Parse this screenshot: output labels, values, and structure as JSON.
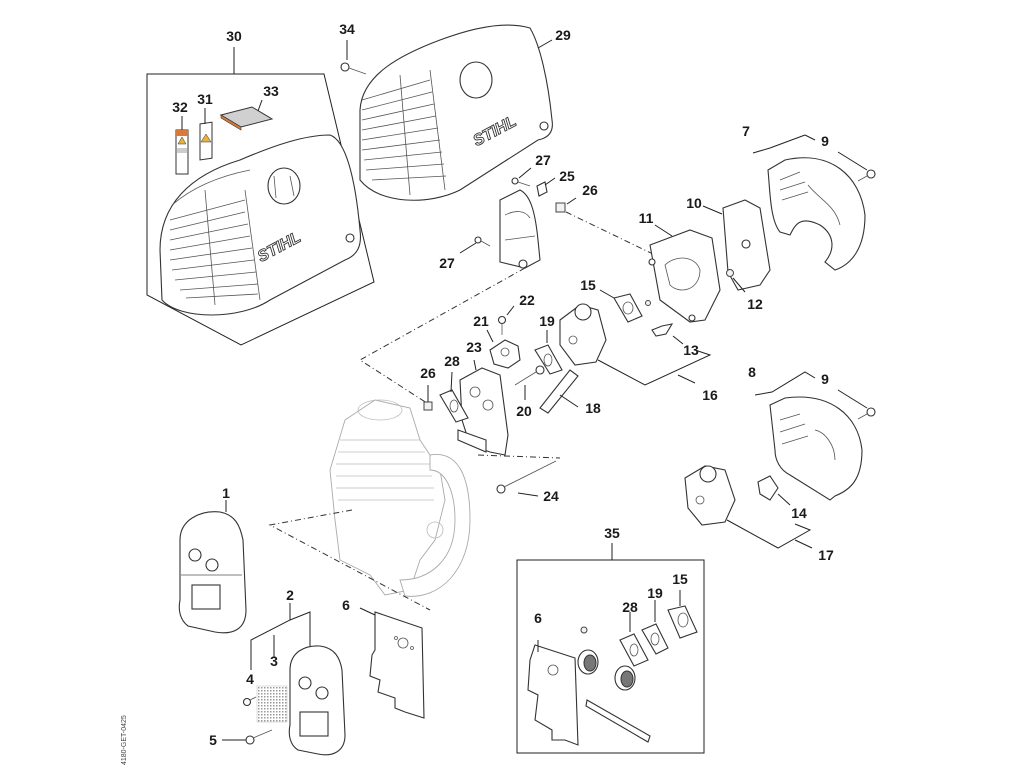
{
  "diagram": {
    "type": "exploded-parts-diagram",
    "brand_text": "STIHL",
    "drawing_code": "4180-GET-0425",
    "callouts": [
      {
        "id": "1",
        "label": "1"
      },
      {
        "id": "2",
        "label": "2"
      },
      {
        "id": "3",
        "label": "3"
      },
      {
        "id": "4",
        "label": "4"
      },
      {
        "id": "5",
        "label": "5"
      },
      {
        "id": "6a",
        "label": "6"
      },
      {
        "id": "6b",
        "label": "6"
      },
      {
        "id": "7",
        "label": "7"
      },
      {
        "id": "8",
        "label": "8"
      },
      {
        "id": "9a",
        "label": "9"
      },
      {
        "id": "9b",
        "label": "9"
      },
      {
        "id": "10",
        "label": "10"
      },
      {
        "id": "11",
        "label": "11"
      },
      {
        "id": "12",
        "label": "12"
      },
      {
        "id": "13",
        "label": "13"
      },
      {
        "id": "14",
        "label": "14"
      },
      {
        "id": "15a",
        "label": "15"
      },
      {
        "id": "15b",
        "label": "15"
      },
      {
        "id": "16",
        "label": "16"
      },
      {
        "id": "17",
        "label": "17"
      },
      {
        "id": "18",
        "label": "18"
      },
      {
        "id": "19a",
        "label": "19"
      },
      {
        "id": "19b",
        "label": "19"
      },
      {
        "id": "20",
        "label": "20"
      },
      {
        "id": "21",
        "label": "21"
      },
      {
        "id": "22",
        "label": "22"
      },
      {
        "id": "23",
        "label": "23"
      },
      {
        "id": "24",
        "label": "24"
      },
      {
        "id": "25",
        "label": "25"
      },
      {
        "id": "26a",
        "label": "26"
      },
      {
        "id": "26b",
        "label": "26"
      },
      {
        "id": "27a",
        "label": "27"
      },
      {
        "id": "27b",
        "label": "27"
      },
      {
        "id": "28a",
        "label": "28"
      },
      {
        "id": "28b",
        "label": "28"
      },
      {
        "id": "29",
        "label": "29"
      },
      {
        "id": "30",
        "label": "30"
      },
      {
        "id": "31",
        "label": "31"
      },
      {
        "id": "32",
        "label": "32"
      },
      {
        "id": "33",
        "label": "33"
      },
      {
        "id": "34",
        "label": "34"
      },
      {
        "id": "35",
        "label": "35"
      }
    ],
    "parts": {
      "shroud_kit": "30",
      "shroud": "29",
      "muffler": "1",
      "muffler_kit": "2",
      "spark_arrestor_screen": "3",
      "screw_small": "4",
      "screw_muffler": "5",
      "heat_shield": "6",
      "filter_cover_a": "7",
      "filter_cover_b": "8",
      "cover_screw": "9",
      "air_filter": "10",
      "filter_base": "11",
      "nut": "12",
      "choke_lever_a": "13",
      "choke_lever_b": "14",
      "gasket_carb": "15",
      "carburetor_a": "16",
      "carburetor_b": "17",
      "hose": "18",
      "gasket_intake": "19",
      "screw_20": "20",
      "bracket_21": "21",
      "screw_22": "22",
      "intake_manifold": "23",
      "bolt_long": "24",
      "clamp": "25",
      "nut_26": "26",
      "screw_27": "27",
      "gasket_28": "28",
      "decal_31": "31",
      "decal_32": "32",
      "decal_33": "33",
      "screw_34": "34",
      "gasket_set": "35"
    },
    "colors": {
      "decal_warning": "#e8b23a",
      "decal_orange": "#d9793a",
      "line": "#222222"
    }
  }
}
